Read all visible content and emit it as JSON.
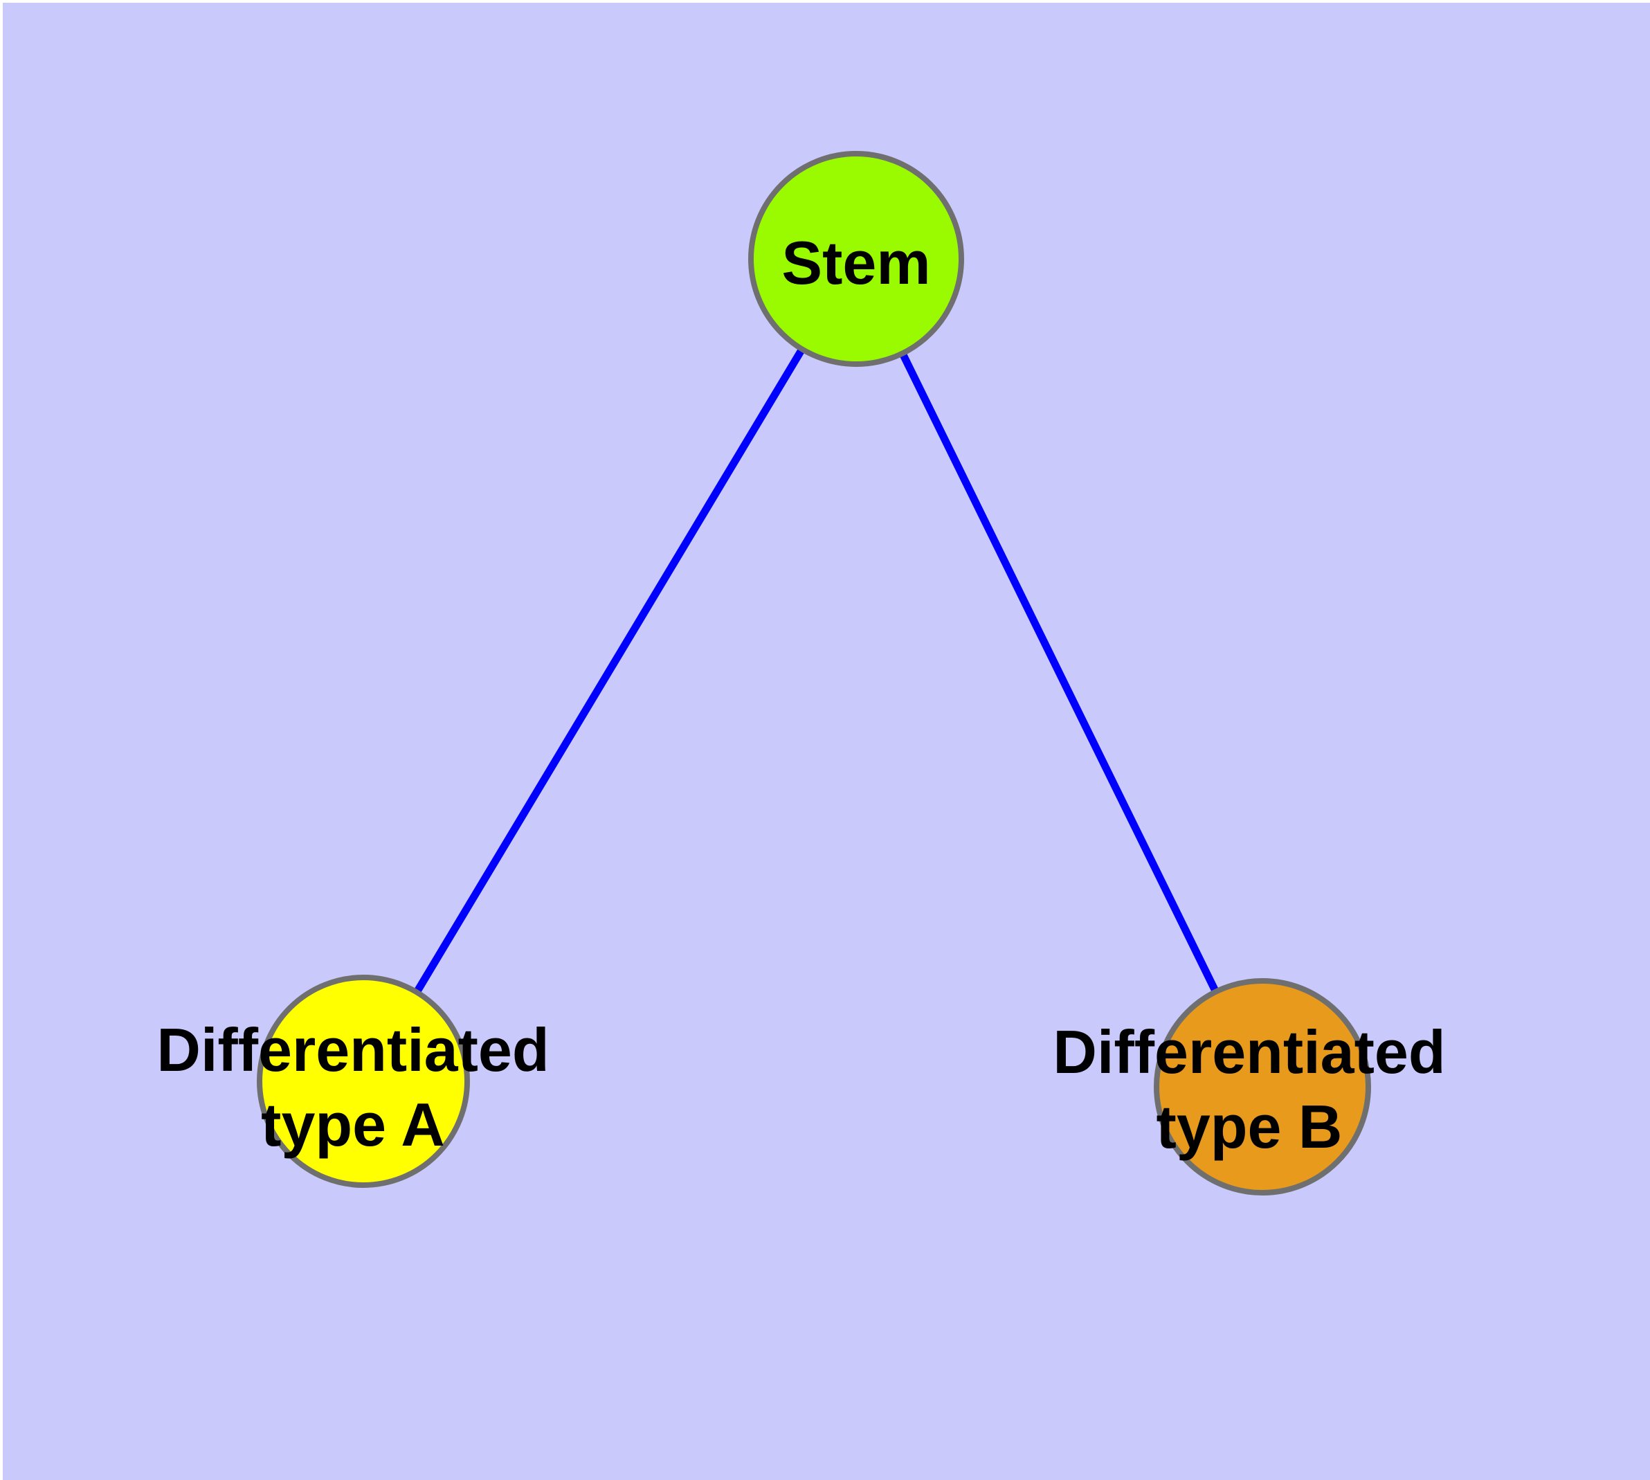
{
  "canvas": {
    "margin_color": "#ffffff",
    "background_color": "#c9c9fb"
  },
  "diagram": {
    "node_border_color": "#6f6f6f",
    "edge_color": "#0000ff",
    "text_color": "#000000",
    "nodes": [
      {
        "id": "stem",
        "label": "Stem",
        "fill": "#9afb00"
      },
      {
        "id": "differentiated-type-a",
        "label": "Differentiated type A",
        "label_line1": "Differentiated",
        "label_line2": "type A",
        "fill": "#ffff00"
      },
      {
        "id": "differentiated-type-b",
        "label": "Differentiated type B",
        "label_line1": "Differentiated",
        "label_line2": "type B",
        "fill": "#e79a1b"
      }
    ],
    "edges": [
      {
        "from": "Stem",
        "to": "Differentiated type A"
      },
      {
        "from": "Stem",
        "to": "Differentiated type B"
      }
    ]
  }
}
